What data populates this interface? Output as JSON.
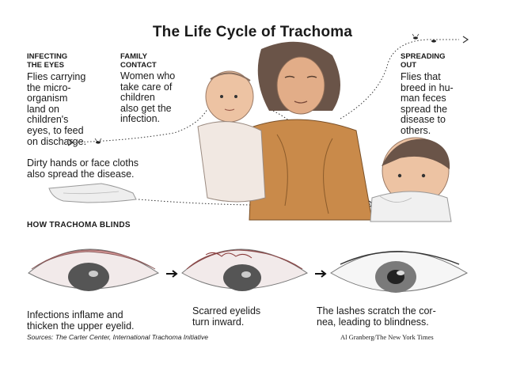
{
  "title": "The Life Cycle of Trachoma",
  "infecting": {
    "heading": [
      "INFECTING",
      "THE EYES"
    ],
    "text": [
      "Flies carrying",
      "the micro-",
      "organism",
      "land on",
      "children's",
      "eyes, to feed",
      "on discharge."
    ]
  },
  "family": {
    "heading": [
      "FAMILY",
      "CONTACT"
    ],
    "text": [
      "Women who",
      "take care of",
      "children",
      "also get the",
      "infection."
    ]
  },
  "spreading": {
    "heading": [
      "SPREADING",
      "OUT"
    ],
    "text": [
      "Flies that",
      "breed in hu-",
      "man feces",
      "spread the",
      "disease to",
      "others."
    ]
  },
  "cloths": {
    "text": [
      "Dirty hands or face cloths",
      "also spread the disease."
    ]
  },
  "blinds": {
    "heading": "HOW TRACHOMA BLINDS",
    "captions": [
      [
        "Infections inflame and",
        "thicken the upper eyelid."
      ],
      [
        "Scarred eyelids",
        "turn inward."
      ],
      [
        "The lashes scratch the cor-",
        "nea, leading to blindness."
      ]
    ]
  },
  "credits": {
    "sources": "Sources: The Carter Center, International Trachoma Initiative",
    "artist": "Al Granberg/The New York Times"
  },
  "icons": [
    "fly-icon",
    "arrow-right-icon",
    "eye-icon",
    "cloth-icon"
  ],
  "colors": {
    "text": "#1a1a1a",
    "skin": "#e9b894",
    "dress": "#c98a4a",
    "hair": "#6a5448",
    "eyelid": "#d99a9a"
  }
}
